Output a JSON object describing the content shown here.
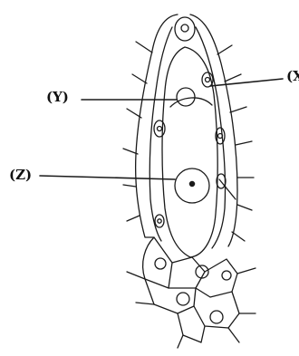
{
  "diagram": {
    "labels": {
      "y": "(Y)",
      "z": "(Z)",
      "x": "(X"
    },
    "ink_color": "#1a1a1a",
    "background": "#ffffff"
  }
}
